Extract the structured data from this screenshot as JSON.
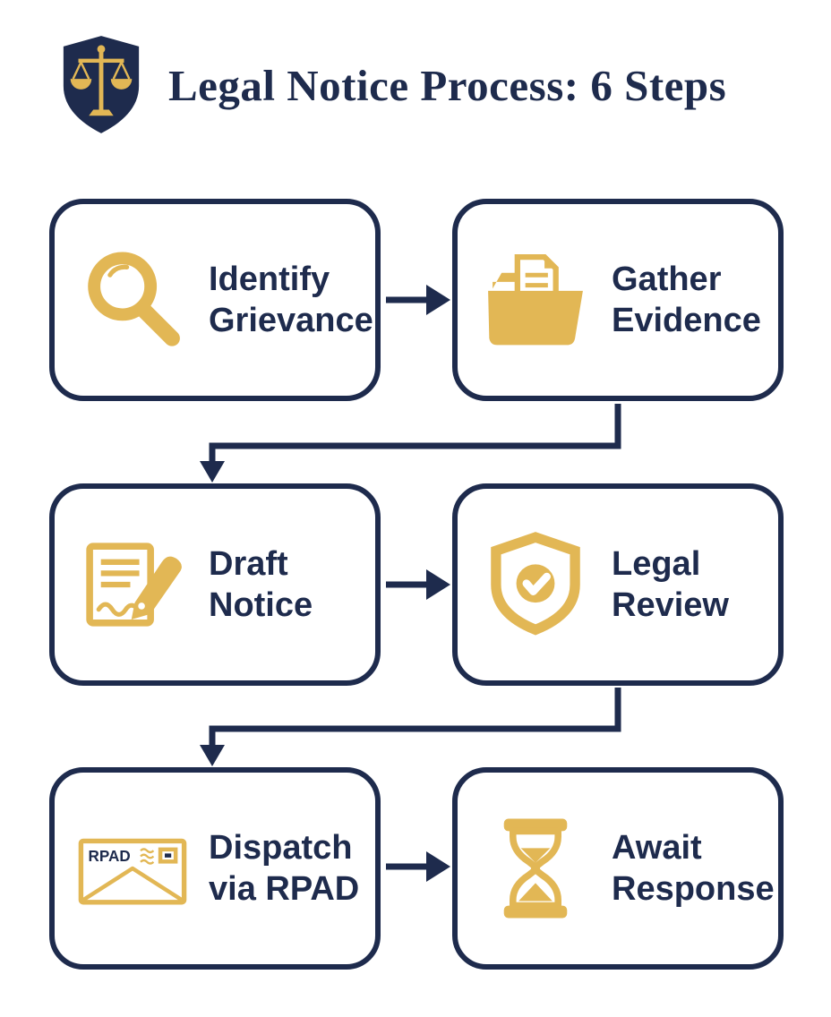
{
  "page": {
    "title": "Legal Notice Process: 6 Steps",
    "logo_icon": "scales-of-justice-shield-icon"
  },
  "colors": {
    "navy": "#1E2B4D",
    "gold": "#E2B755",
    "background": "#FFFFFF"
  },
  "steps": [
    {
      "id": 1,
      "label_line1": "Identify",
      "label_line2": "Grievance",
      "icon": "magnifier-icon"
    },
    {
      "id": 2,
      "label_line1": "Gather",
      "label_line2": "Evidence",
      "icon": "folder-evidence-icon"
    },
    {
      "id": 3,
      "label_line1": "Draft",
      "label_line2": "Notice",
      "icon": "pen-document-icon"
    },
    {
      "id": 4,
      "label_line1": "Legal",
      "label_line2": "Review",
      "icon": "shield-check-icon"
    },
    {
      "id": 5,
      "label_line1": "Dispatch",
      "label_line2": "via RPAD",
      "icon": "envelope-rpad-icon"
    },
    {
      "id": 6,
      "label_line1": "Await",
      "label_line2": "Response",
      "icon": "hourglass-icon"
    }
  ],
  "envelope": {
    "stamp_text": "RPAD"
  },
  "connectors": [
    {
      "from": 1,
      "to": 2,
      "type": "arrow-right"
    },
    {
      "from": 2,
      "to": 3,
      "type": "elbow-down-left-down"
    },
    {
      "from": 3,
      "to": 4,
      "type": "arrow-right"
    },
    {
      "from": 4,
      "to": 5,
      "type": "elbow-down-left-down"
    },
    {
      "from": 5,
      "to": 6,
      "type": "arrow-right"
    }
  ]
}
